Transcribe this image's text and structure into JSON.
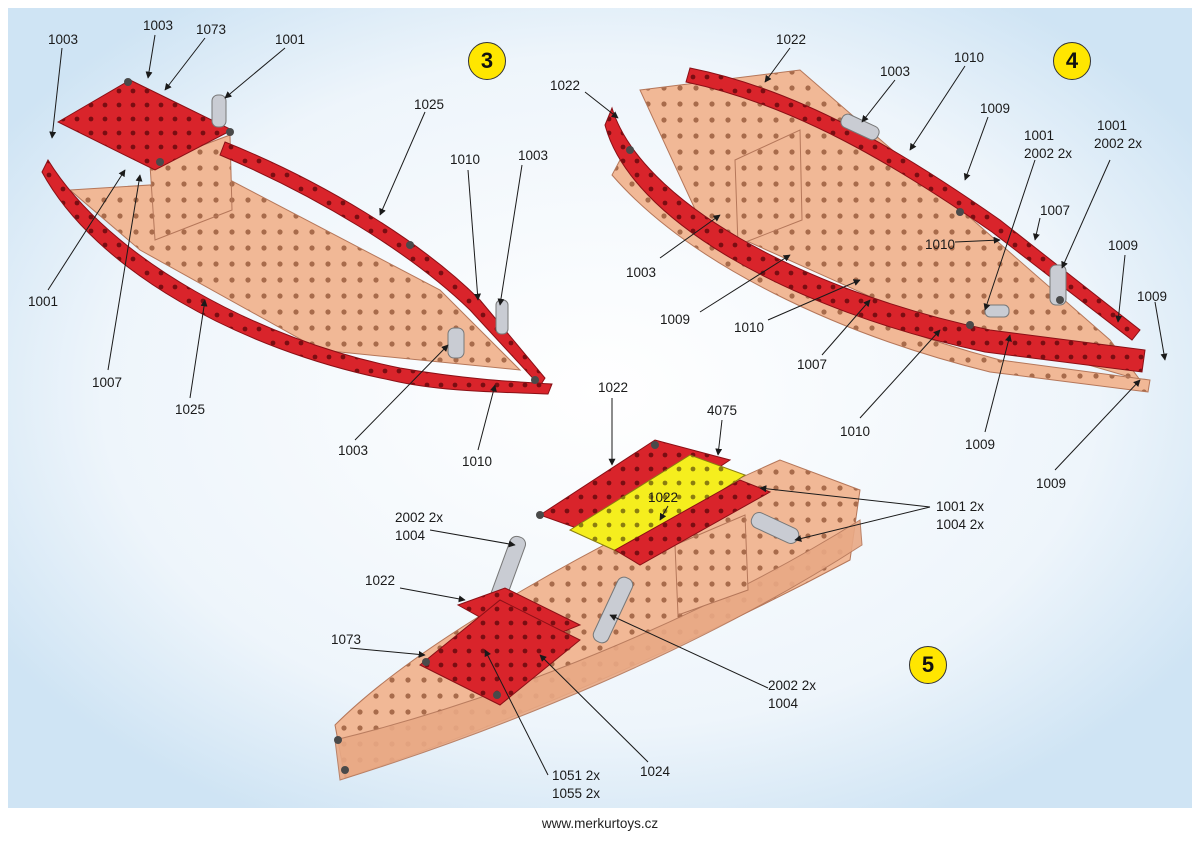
{
  "colors": {
    "red": "#d9242b",
    "red_dark": "#a8141b",
    "copper": "#f1b896",
    "copper_dark": "#d48f6b",
    "yellow": "#f5ee1e",
    "steel": "#c9ccd3",
    "bolt": "#4a4a4a",
    "step_yellow": "#ffe600"
  },
  "steps": {
    "s3": "3",
    "s4": "4",
    "s5": "5"
  },
  "labels": {
    "d3": {
      "l1003a": "1003",
      "l1003b": "1003",
      "l1073": "1073",
      "l1001a": "1001",
      "l1025a": "1025",
      "l1010a": "1010",
      "l1003c": "1003",
      "l1001b": "1001",
      "l1007": "1007",
      "l1025b": "1025",
      "l1003d": "1003",
      "l1010b": "1010"
    },
    "d4": {
      "l1022a": "1022",
      "l1022b": "1022",
      "l1010a": "1010",
      "l1003a": "1003",
      "l1009a": "1009",
      "l1001a": "1001",
      "l2002a": "2002 2x",
      "l1001b": "1001",
      "l2002b": "2002 2x",
      "l1007a": "1007",
      "l1010b": "1010",
      "l1009b": "1009",
      "l1009c": "1009",
      "l1003b": "1003",
      "l1009d": "1009",
      "l1010c": "1010",
      "l1007b": "1007",
      "l1010d": "1010",
      "l1009e": "1009",
      "l1009f": "1009"
    },
    "d5": {
      "l1022a": "1022",
      "l4075": "4075",
      "l1022b": "1022",
      "l1001": "1001 2x",
      "l1004a": "1004 2x",
      "l2002a": "2002 2x",
      "l1004b": "1004",
      "l1022c": "1022",
      "l1073": "1073",
      "l2002b": "2002 2x",
      "l1004c": "1004",
      "l1051": "1051 2x",
      "l1055": "1055 2x",
      "l1024": "1024"
    }
  },
  "footer": {
    "url": "www.merkurtoys.cz"
  }
}
